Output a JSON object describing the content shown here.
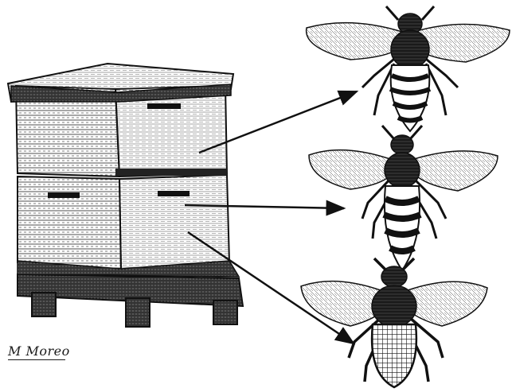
{
  "illustration": {
    "signature": "M Moreo",
    "ink_color": "#111111",
    "paper_color": "#ffffff",
    "subjects": [
      "beehive-with-two-boxes",
      "bee-top",
      "bee-middle",
      "bee-bottom"
    ]
  }
}
